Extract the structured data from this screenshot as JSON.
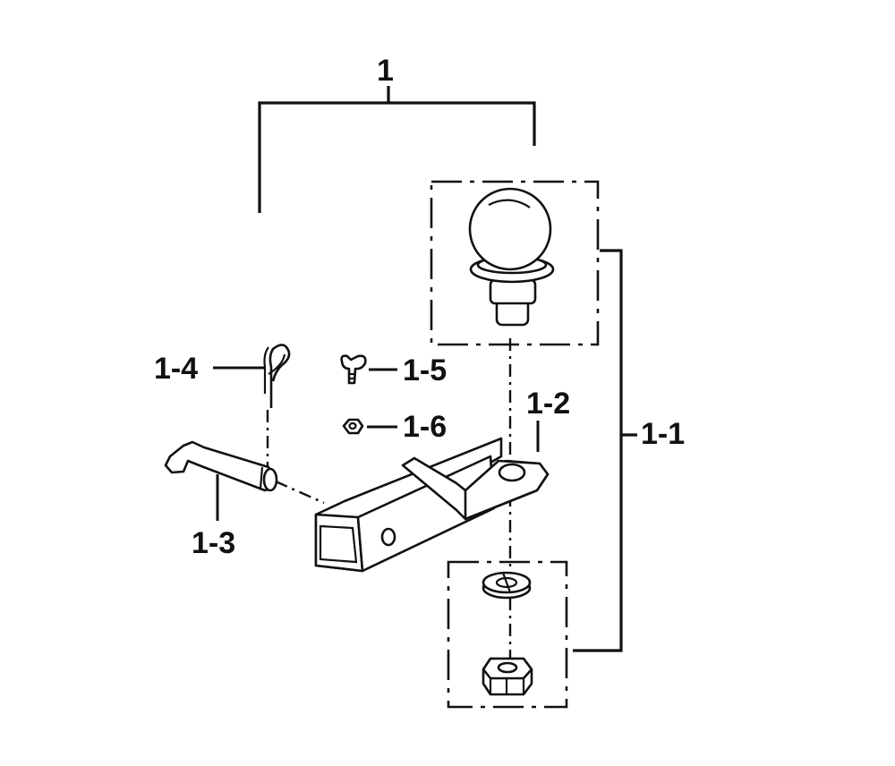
{
  "labels": {
    "assembly": "1",
    "ball_kit": "1-1",
    "ball_mount": "1-2",
    "hitch_pin": "1-3",
    "clip": "1-4",
    "bolt": "1-5",
    "nut_small": "1-6"
  },
  "style": {
    "line_color": "#111111",
    "background": "#ffffff"
  }
}
